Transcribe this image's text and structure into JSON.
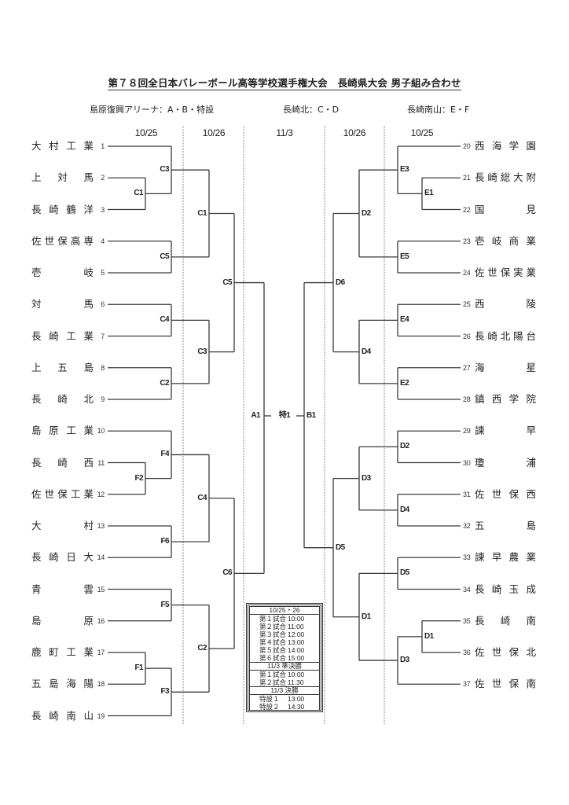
{
  "title": "第７８回全日本バレーボール高等学校選手権大会　長崎県大会 男子組み合わせ",
  "venues": [
    {
      "text": "島原復興アリーナ：A・B・特設"
    },
    {
      "text": "長崎北：C・D"
    },
    {
      "text": "長崎南山：E・F"
    }
  ],
  "dates": [
    "10/25",
    "10/26",
    "11/3",
    "10/26",
    "10/25"
  ],
  "bracket": {
    "left": {
      "teams": [
        {
          "num": "1",
          "name": "大村工業"
        },
        {
          "num": "2",
          "name": "上対馬"
        },
        {
          "num": "3",
          "name": "長崎鶴洋"
        },
        {
          "num": "4",
          "name": "佐世保高専"
        },
        {
          "num": "5",
          "name": "壱岐"
        },
        {
          "num": "6",
          "name": "対馬"
        },
        {
          "num": "7",
          "name": "長崎工業"
        },
        {
          "num": "8",
          "name": "上五島"
        },
        {
          "num": "9",
          "name": "長崎北"
        },
        {
          "num": "10",
          "name": "島原工業"
        },
        {
          "num": "11",
          "name": "長崎西"
        },
        {
          "num": "12",
          "name": "佐世保工業"
        },
        {
          "num": "13",
          "name": "大村"
        },
        {
          "num": "14",
          "name": "長崎日大"
        },
        {
          "num": "15",
          "name": "青雲"
        },
        {
          "num": "16",
          "name": "島原"
        },
        {
          "num": "17",
          "name": "鹿町工業"
        },
        {
          "num": "18",
          "name": "五島海陽"
        },
        {
          "num": "19",
          "name": "長崎南山"
        }
      ],
      "matches": [
        {
          "label": "C1",
          "round": "pre",
          "a": {
            "team": 1
          },
          "b": {
            "team": 2
          }
        },
        {
          "label": "C3",
          "round": "r1",
          "a": {
            "team": 0
          },
          "b": {
            "match": 0
          }
        },
        {
          "label": "C5",
          "round": "r1",
          "a": {
            "team": 3
          },
          "b": {
            "team": 4
          }
        },
        {
          "label": "C1",
          "round": "r2",
          "a": {
            "match": 1
          },
          "b": {
            "match": 2
          }
        },
        {
          "label": "C4",
          "round": "r1",
          "a": {
            "team": 5
          },
          "b": {
            "team": 6
          }
        },
        {
          "label": "C2",
          "round": "r1",
          "a": {
            "team": 7
          },
          "b": {
            "team": 8
          }
        },
        {
          "label": "C3",
          "round": "r2",
          "a": {
            "match": 4
          },
          "b": {
            "match": 5
          }
        },
        {
          "label": "C5",
          "round": "sf",
          "a": {
            "match": 3
          },
          "b": {
            "match": 6
          }
        },
        {
          "label": "F2",
          "round": "pre",
          "a": {
            "team": 10
          },
          "b": {
            "team": 11
          }
        },
        {
          "label": "F4",
          "round": "r1",
          "a": {
            "team": 9
          },
          "b": {
            "match": 8
          }
        },
        {
          "label": "F6",
          "round": "r1",
          "a": {
            "team": 12
          },
          "b": {
            "team": 13
          }
        },
        {
          "label": "C4",
          "round": "r2",
          "a": {
            "match": 9
          },
          "b": {
            "match": 10
          }
        },
        {
          "label": "F5",
          "round": "r1",
          "a": {
            "team": 14
          },
          "b": {
            "team": 15
          }
        },
        {
          "label": "F1",
          "round": "pre",
          "a": {
            "team": 16
          },
          "b": {
            "team": 17
          }
        },
        {
          "label": "F3",
          "round": "r1",
          "a": {
            "match": 13
          },
          "b": {
            "team": 18
          }
        },
        {
          "label": "C2",
          "round": "r2",
          "a": {
            "match": 12
          },
          "b": {
            "match": 14
          }
        },
        {
          "label": "C6",
          "round": "sf",
          "a": {
            "match": 11
          },
          "b": {
            "match": 15
          }
        }
      ],
      "final": {
        "label": "A1",
        "a": 7,
        "b": 16
      }
    },
    "right": {
      "teams": [
        {
          "num": "20",
          "name": "西海学園"
        },
        {
          "num": "21",
          "name": "長崎総大附"
        },
        {
          "num": "22",
          "name": "国見"
        },
        {
          "num": "23",
          "name": "壱岐商業"
        },
        {
          "num": "24",
          "name": "佐世保実業"
        },
        {
          "num": "25",
          "name": "西陵"
        },
        {
          "num": "26",
          "name": "長崎北陽台"
        },
        {
          "num": "27",
          "name": "海星"
        },
        {
          "num": "28",
          "name": "鎮西学院"
        },
        {
          "num": "29",
          "name": "諫早"
        },
        {
          "num": "30",
          "name": "瓊浦"
        },
        {
          "num": "31",
          "name": "佐世保西"
        },
        {
          "num": "32",
          "name": "五島"
        },
        {
          "num": "33",
          "name": "諫早農業"
        },
        {
          "num": "34",
          "name": "長崎玉成"
        },
        {
          "num": "35",
          "name": "長崎南"
        },
        {
          "num": "36",
          "name": "佐世保北"
        },
        {
          "num": "37",
          "name": "佐世保南"
        }
      ],
      "matches": [
        {
          "label": "E1",
          "round": "pre",
          "a": {
            "team": 1
          },
          "b": {
            "team": 2
          }
        },
        {
          "label": "E3",
          "round": "r1",
          "a": {
            "team": 0
          },
          "b": {
            "match": 0
          }
        },
        {
          "label": "E5",
          "round": "r1",
          "a": {
            "team": 3
          },
          "b": {
            "team": 4
          }
        },
        {
          "label": "D2",
          "round": "r2",
          "a": {
            "match": 1
          },
          "b": {
            "match": 2
          }
        },
        {
          "label": "E4",
          "round": "r1",
          "a": {
            "team": 5
          },
          "b": {
            "team": 6
          }
        },
        {
          "label": "E2",
          "round": "r1",
          "a": {
            "team": 7
          },
          "b": {
            "team": 8
          }
        },
        {
          "label": "D4",
          "round": "r2",
          "a": {
            "match": 4
          },
          "b": {
            "match": 5
          }
        },
        {
          "label": "D6",
          "round": "sf",
          "a": {
            "match": 3
          },
          "b": {
            "match": 6
          }
        },
        {
          "label": "D2",
          "round": "r1",
          "a": {
            "team": 9
          },
          "b": {
            "team": 10
          }
        },
        {
          "label": "D4",
          "round": "r1",
          "a": {
            "team": 11
          },
          "b": {
            "team": 12
          }
        },
        {
          "label": "D3",
          "round": "r2",
          "a": {
            "match": 8
          },
          "b": {
            "match": 9
          }
        },
        {
          "label": "D5",
          "round": "r1",
          "a": {
            "team": 13
          },
          "b": {
            "team": 14
          }
        },
        {
          "label": "D1",
          "round": "pre",
          "a": {
            "team": 15
          },
          "b": {
            "team": 16
          }
        },
        {
          "label": "D3",
          "round": "r1",
          "a": {
            "match": 12
          },
          "b": {
            "team": 17
          }
        },
        {
          "label": "D1",
          "round": "r2",
          "a": {
            "match": 11
          },
          "b": {
            "match": 13
          }
        },
        {
          "label": "D5",
          "round": "sf",
          "a": {
            "match": 10
          },
          "b": {
            "match": 14
          }
        }
      ],
      "final": {
        "label": "B1",
        "a": 7,
        "b": 15
      }
    },
    "center": {
      "label": "特1"
    }
  },
  "schedule": {
    "sections": [
      {
        "header": "10/25・26",
        "rows": [
          {
            "game": "第１試合",
            "time": "10:00"
          },
          {
            "game": "第２試合",
            "time": "11:00"
          },
          {
            "game": "第３試合",
            "time": "12:00"
          },
          {
            "game": "第４試合",
            "time": "13:00"
          },
          {
            "game": "第５試合",
            "time": "14:00"
          },
          {
            "game": "第６試合",
            "time": "15:00"
          }
        ]
      },
      {
        "header": "11/3 準決勝",
        "rows": [
          {
            "game": "第１試合",
            "time": "10:00"
          },
          {
            "game": "第２試合",
            "time": "11:30"
          }
        ]
      },
      {
        "header": "11/3 決勝",
        "rows": [
          {
            "game": "特設１",
            "time": "13:00"
          },
          {
            "game": "特設２",
            "time": "14:30"
          }
        ]
      }
    ]
  }
}
